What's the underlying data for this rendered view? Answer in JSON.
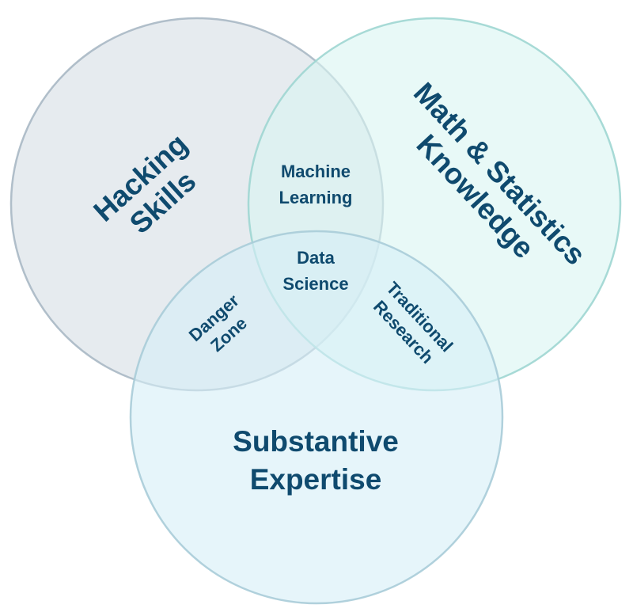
{
  "colors": {
    "hacking_fill": "#d6dee5",
    "hacking_stroke": "#a9b8c4",
    "math_fill": "#d9f5f2",
    "math_stroke": "#9fd6d1",
    "substantive_fill": "#d6eef7",
    "substantive_stroke": "#a8ccd8",
    "text": "#0f4a6e"
  },
  "circles": {
    "hacking": {
      "line1": "Hacking",
      "line2": "Skills"
    },
    "math": {
      "line1": "Math & Statistics",
      "line2": "Knowledge"
    },
    "substantive": {
      "line1": "Substantive",
      "line2": "Expertise"
    }
  },
  "intersections": {
    "machine_learning": {
      "line1": "Machine",
      "line2": "Learning"
    },
    "data_science": {
      "line1": "Data",
      "line2": "Science"
    },
    "danger_zone": {
      "line1": "Danger",
      "line2": "Zone"
    },
    "traditional_research": {
      "line1": "Traditional",
      "line2": "Research"
    }
  }
}
